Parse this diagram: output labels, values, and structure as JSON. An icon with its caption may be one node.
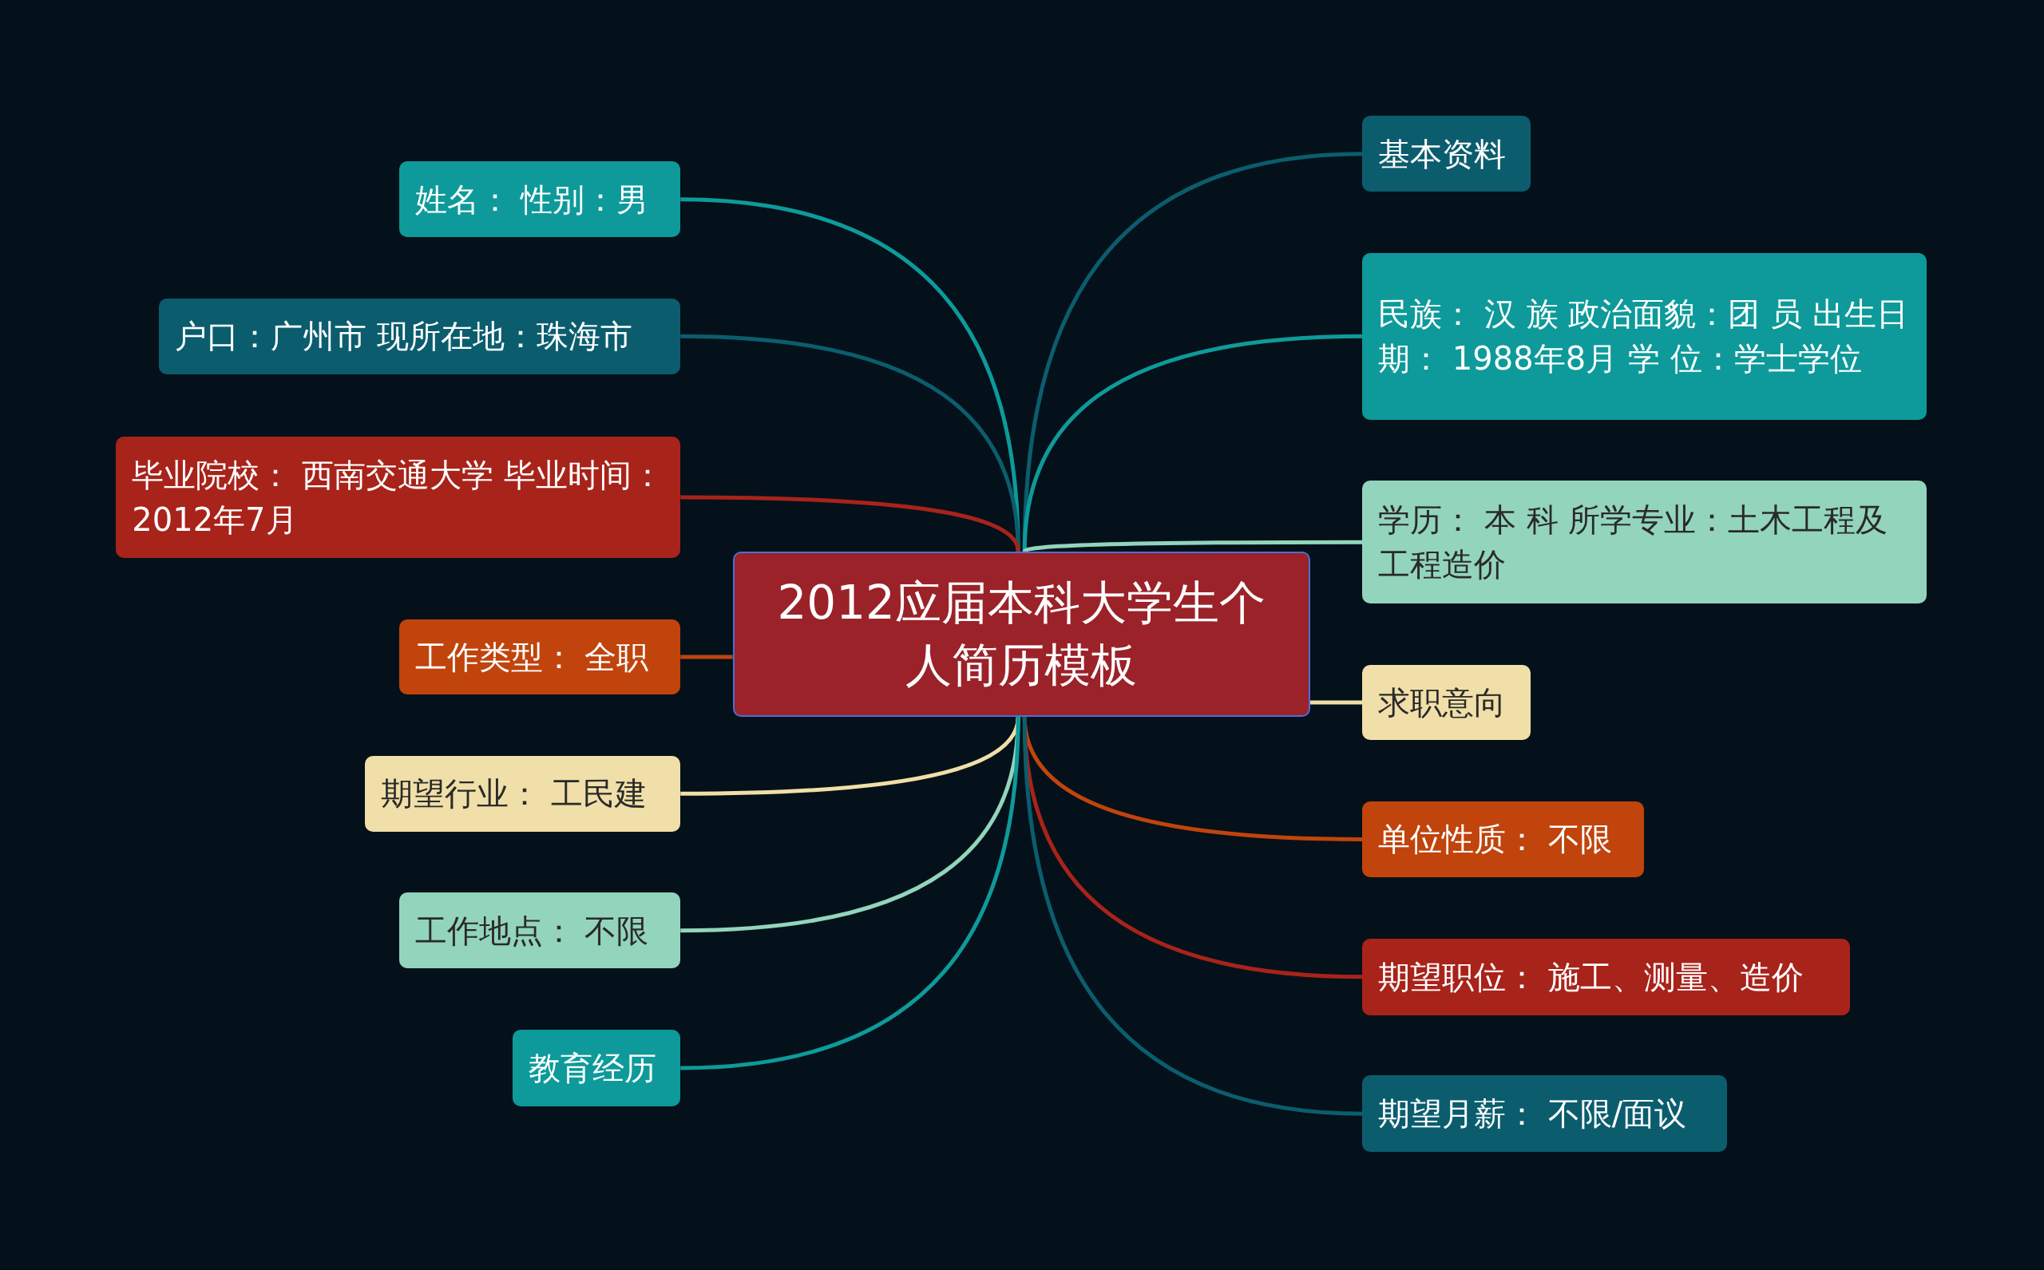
{
  "diagram": {
    "nodes": [
      {
        "text": [
          "2012应届本科大学生个人简历模板"
        ]
      },
      {
        "text": [
          "姓名： 性别：男"
        ]
      },
      {
        "text": [
          "户口：广州市 现所在地：珠海市"
        ]
      },
      {
        "text": [
          "毕业院校： 西南交通大学 毕业时间：2012年7月"
        ]
      },
      {
        "text": [
          "工作类型： 全职"
        ]
      },
      {
        "text": [
          "期望行业： 工民建"
        ]
      },
      {
        "text": [
          "工作地点： 不限"
        ]
      },
      {
        "text": [
          "教育经历"
        ]
      },
      {
        "text": [
          "基本资料"
        ]
      },
      {
        "text": [
          "民族： 汉 族 政治面貌：团 员 出生日期： 1988年8月 学 位：学士学位"
        ]
      },
      {
        "text": [
          "学历： 本 科 所学专业：土木工程及工程造价"
        ]
      },
      {
        "text": [
          "求职意向"
        ]
      },
      {
        "text": [
          "单位性质： 不限"
        ]
      },
      {
        "text": [
          "期望职位： 施工、测量、造价"
        ]
      },
      {
        "text": [
          "期望月薪： 不限/面议"
        ]
      }
    ],
    "edges": [
      {
        "from": 0,
        "to": 1,
        "arrow": "none",
        "color": "#0e9a9a"
      },
      {
        "from": 0,
        "to": 2,
        "arrow": "none",
        "color": "#0b5d6e"
      },
      {
        "from": 0,
        "to": 3,
        "arrow": "none",
        "color": "#a8231a"
      },
      {
        "from": 0,
        "to": 4,
        "arrow": "none",
        "color": "#c0440c"
      },
      {
        "from": 0,
        "to": 5,
        "arrow": "none",
        "color": "#f0dfa8"
      },
      {
        "from": 0,
        "to": 6,
        "arrow": "none",
        "color": "#93d4bc"
      },
      {
        "from": 0,
        "to": 7,
        "arrow": "none",
        "color": "#0e9a9a"
      },
      {
        "from": 0,
        "to": 8,
        "arrow": "none",
        "color": "#0b5d6e"
      },
      {
        "from": 0,
        "to": 9,
        "arrow": "none",
        "color": "#0e9a9a"
      },
      {
        "from": 0,
        "to": 10,
        "arrow": "none",
        "color": "#93d4bc"
      },
      {
        "from": 0,
        "to": 11,
        "arrow": "none",
        "color": "#f0dfa8"
      },
      {
        "from": 0,
        "to": 12,
        "arrow": "none",
        "color": "#c0440c"
      },
      {
        "from": 0,
        "to": 13,
        "arrow": "none",
        "color": "#a8231a"
      },
      {
        "from": 0,
        "to": 14,
        "arrow": "none",
        "color": "#0b5d6e"
      }
    ]
  }
}
